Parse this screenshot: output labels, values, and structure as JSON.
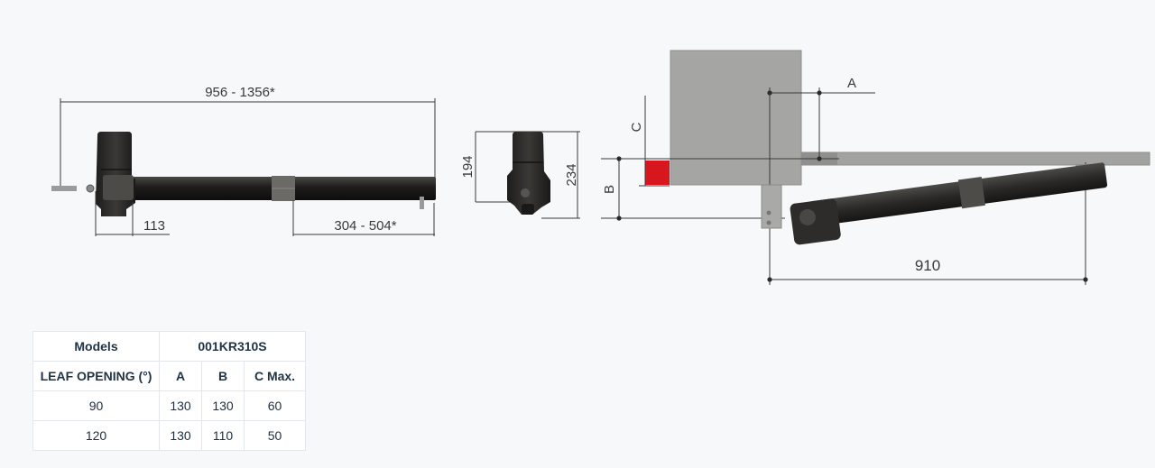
{
  "dimensions": {
    "total_length": "956 - 1356*",
    "offset_113": "113",
    "stroke": "304 - 504*",
    "height_194": "194",
    "height_234": "234",
    "label_a": "A",
    "label_b": "B",
    "label_c": "C",
    "length_910": "910"
  },
  "table": {
    "models_label": "Models",
    "model_name": "001KR310S",
    "columns": [
      "LEAF OPENING (°)",
      "A",
      "B",
      "C Max."
    ],
    "rows": [
      [
        "90",
        "130",
        "130",
        "60"
      ],
      [
        "120",
        "130",
        "110",
        "50"
      ]
    ]
  },
  "colors": {
    "motor_dark": "#2b2a28",
    "pillar_gray": "#a3a3a1",
    "bracket_red": "#d7161e",
    "gate_leaf": "#9d9d9b"
  }
}
